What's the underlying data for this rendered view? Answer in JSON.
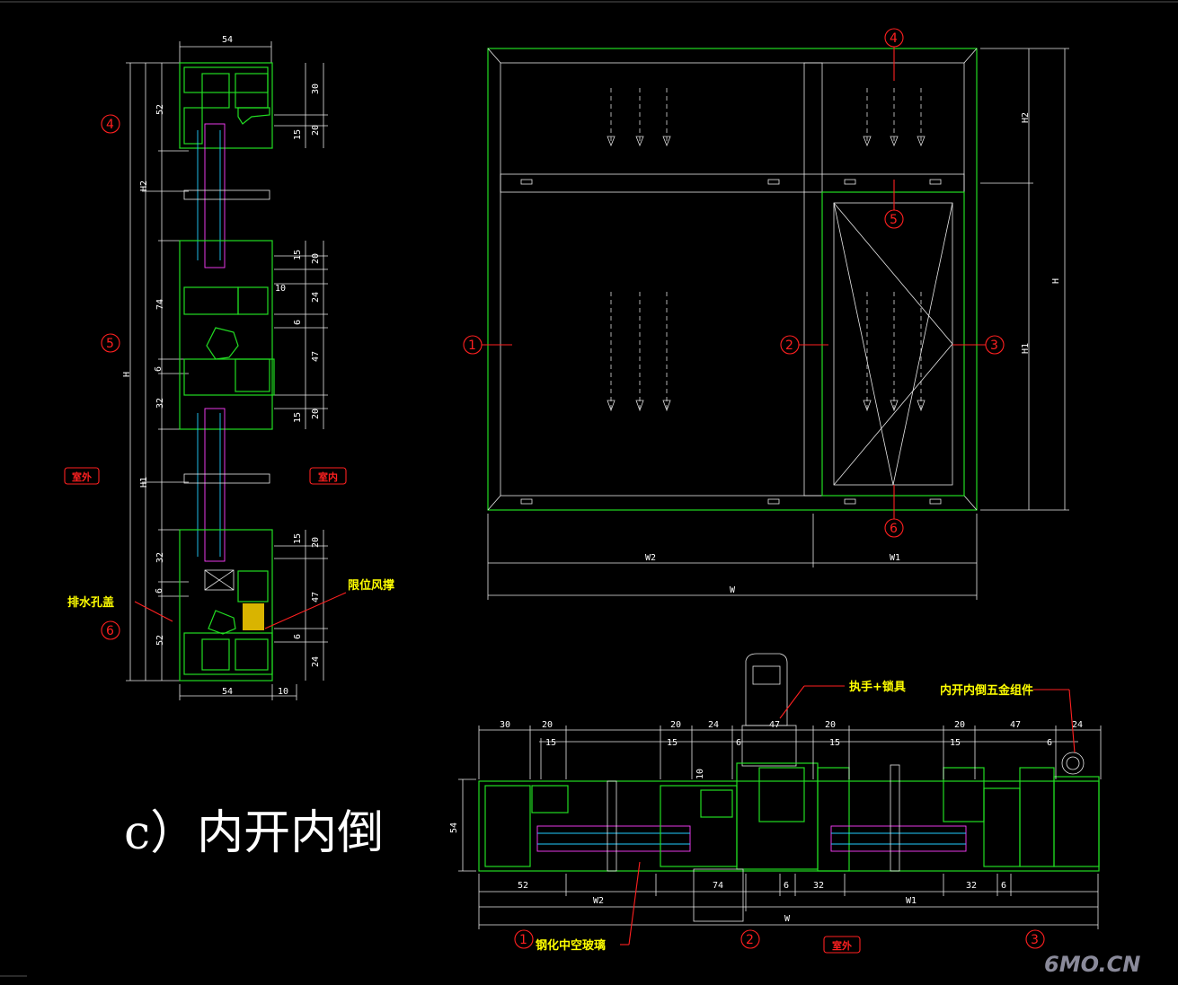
{
  "drawing": {
    "title": "c）内开内倒",
    "watermark": "6MO.CN",
    "side_section": {
      "top_width": "54",
      "bottom_widths": [
        "54",
        "10"
      ],
      "left_dims": [
        "52",
        "H2",
        "74",
        "6",
        "32",
        "H",
        "H1",
        "32",
        "6",
        "52"
      ],
      "right_dims": [
        "30",
        "15",
        "20",
        "15",
        "20",
        "10",
        "24",
        "6",
        "47",
        "15",
        "20",
        "15",
        "20",
        "47",
        "6",
        "24"
      ],
      "markers": [
        "4",
        "5",
        "6"
      ],
      "tag_outside": "室外",
      "tag_inside": "室内",
      "label_drain": "排水孔盖",
      "label_stay": "限位风撑"
    },
    "elevation": {
      "markers": [
        "1",
        "2",
        "3",
        "4",
        "5",
        "6"
      ],
      "width_dims": [
        "W2",
        "W1",
        "W"
      ],
      "height_dims": [
        "H2",
        "H",
        "H1"
      ]
    },
    "plan_section": {
      "top_dims": [
        "30",
        "20",
        "15",
        "20",
        "15",
        "24",
        "10",
        "6",
        "47",
        "20",
        "15",
        "20",
        "15",
        "47",
        "6",
        "24"
      ],
      "height_dim": "54",
      "bottom_dims": [
        "52",
        "W2",
        "74",
        "6",
        "32",
        "W1",
        "32",
        "6",
        "W"
      ],
      "markers": [
        "1",
        "2",
        "3"
      ],
      "label_handle": "执手+锁具",
      "label_hardware": "内开内倒五金组件",
      "label_glass": "钢化中空玻璃",
      "tag_outside": "室外"
    }
  }
}
